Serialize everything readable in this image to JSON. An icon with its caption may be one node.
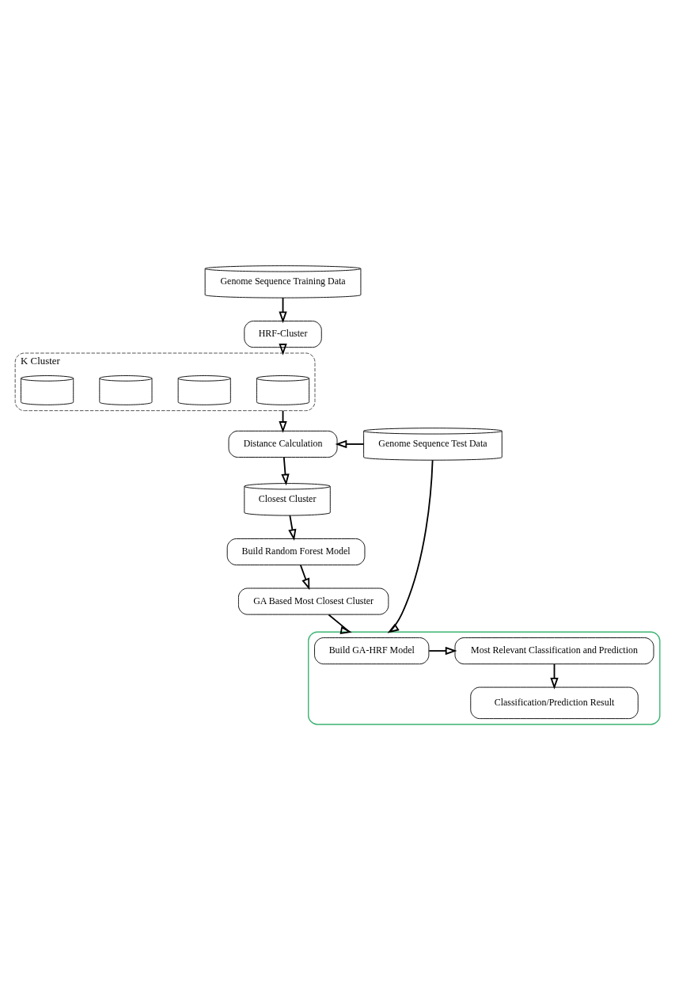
{
  "diagram": {
    "nodes": [
      {
        "text": [
          "Genome Sequence Training Data"
        ]
      },
      {
        "text": [
          "HRF-Cluster"
        ]
      },
      {
        "text": [
          "K Cluster"
        ]
      },
      {
        "text": [],
        "shape": "cylinder",
        "in": 2
      },
      {
        "text": [],
        "shape": "cylinder",
        "in": 2
      },
      {
        "text": [],
        "shape": "cylinder",
        "in": 2
      },
      {
        "text": [],
        "shape": "cylinder",
        "in": 2
      },
      {
        "text": [
          "Distance Calculation"
        ]
      },
      {
        "text": [
          "Genome Sequence Test Data"
        ]
      },
      {
        "text": [
          "Closest Cluster"
        ]
      },
      {
        "text": [
          "Build Random Forest Model"
        ]
      },
      {
        "text": [
          "GA Based Most Closest Cluster"
        ]
      },
      {
        "text": [],
        "shape": "box"
      },
      {
        "text": [
          "Build GA-HRF Model"
        ],
        "in": 12
      },
      {
        "text": [
          "Most Relevant Classification and Prediction"
        ],
        "in": 12
      },
      {
        "text": [
          "Classification/Prediction Result"
        ],
        "in": 12
      }
    ],
    "edges": [
      {
        "from": 0,
        "to": 1,
        "arrow": "to"
      },
      {
        "from": 1,
        "to": 2,
        "arrow": "to"
      },
      {
        "from": 2,
        "to": 7,
        "arrow": "to"
      },
      {
        "from": 8,
        "to": 7,
        "arrow": "to"
      },
      {
        "from": 7,
        "to": 9,
        "arrow": "to"
      },
      {
        "from": 9,
        "to": 10,
        "arrow": "to"
      },
      {
        "from": 10,
        "to": 11,
        "arrow": "to"
      },
      {
        "from": 11,
        "to": 12,
        "arrow": "to"
      },
      {
        "from": 8,
        "to": 12,
        "arrow": "to"
      },
      {
        "from": 13,
        "to": 14,
        "arrow": "to"
      },
      {
        "from": 14,
        "to": 15,
        "arrow": "to"
      }
    ]
  }
}
